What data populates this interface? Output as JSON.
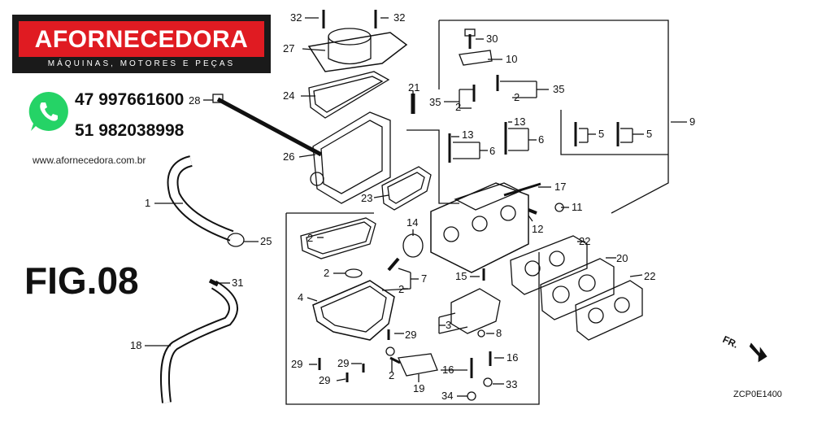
{
  "brand": {
    "logo_text": "AFORNECEDORA",
    "tagline": "MÁQUINAS, MOTORES E PEÇAS",
    "phone_1": "47 997661600",
    "phone_2": "51 982038998",
    "website": "www.afornecedora.com.br",
    "icon": "whatsapp-icon",
    "colors": {
      "red": "#e01b22",
      "dark": "#1a1a1a",
      "whatsapp": "#25d366"
    }
  },
  "figure": {
    "title": "FIG.08",
    "diagram_code": "ZCP0E1400",
    "direction_label": "FR."
  },
  "callouts": [
    "1",
    "2",
    "3",
    "4",
    "5",
    "6",
    "7",
    "8",
    "9",
    "10",
    "11",
    "12",
    "13",
    "14",
    "15",
    "16",
    "17",
    "18",
    "19",
    "20",
    "21",
    "22",
    "23",
    "24",
    "25",
    "26",
    "27",
    "28",
    "29",
    "30",
    "31",
    "32",
    "33",
    "34",
    "35"
  ]
}
